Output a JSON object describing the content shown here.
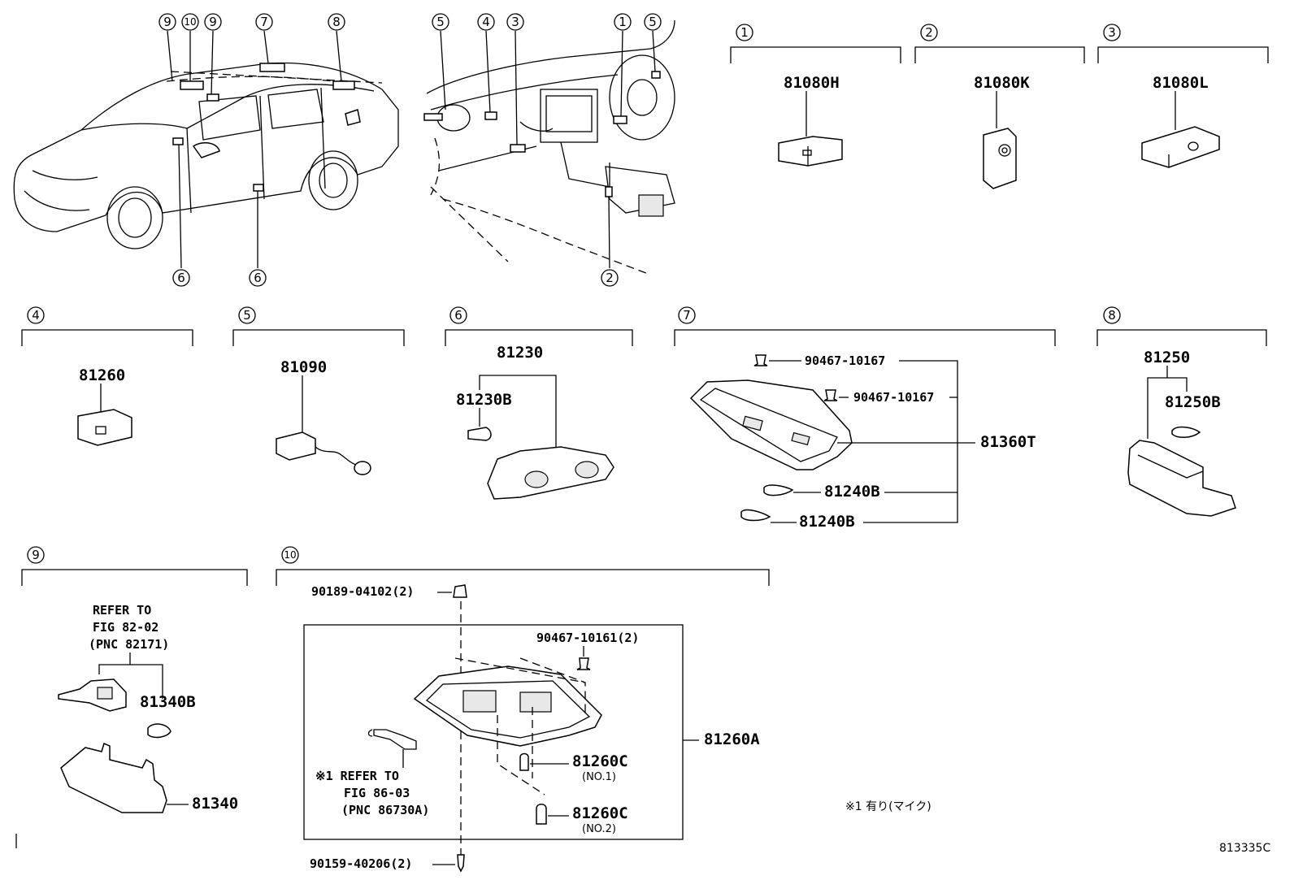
{
  "diagram_id": "813335C",
  "callouts": {
    "c1": "1",
    "c2": "2",
    "c3": "3",
    "c4": "4",
    "c5": "5",
    "c6": "6",
    "c7": "7",
    "c8": "8",
    "c9": "9",
    "c10": "10"
  },
  "parts": {
    "p81080H": "81080H",
    "p81080K": "81080K",
    "p81080L": "81080L",
    "p81260": "81260",
    "p81090": "81090",
    "p81230": "81230",
    "p81230B": "81230B",
    "p90467_10167": "90467-10167",
    "p81360T": "81360T",
    "p81240B": "81240B",
    "p81250": "81250",
    "p81250B": "81250B",
    "p81340B": "81340B",
    "p81340": "81340",
    "p90189_04102": "90189-04102(2)",
    "p90467_10161": "90467-10161(2)",
    "p81260A": "81260A",
    "p81260C": "81260C",
    "p90159_40206": "90159-40206(2)"
  },
  "notes": {
    "refer_to": "REFER TO",
    "fig_82_02": "FIG 82-02",
    "pnc_82171": "(PNC 82171)",
    "mark_refer": "※1 REFER TO",
    "fig_86_03": "FIG 86-03",
    "pnc_86730a": "(PNC 86730A)",
    "no1": "(NO.1)",
    "no2": "(NO.2)",
    "footnote": "※1 有り(マイク)"
  }
}
